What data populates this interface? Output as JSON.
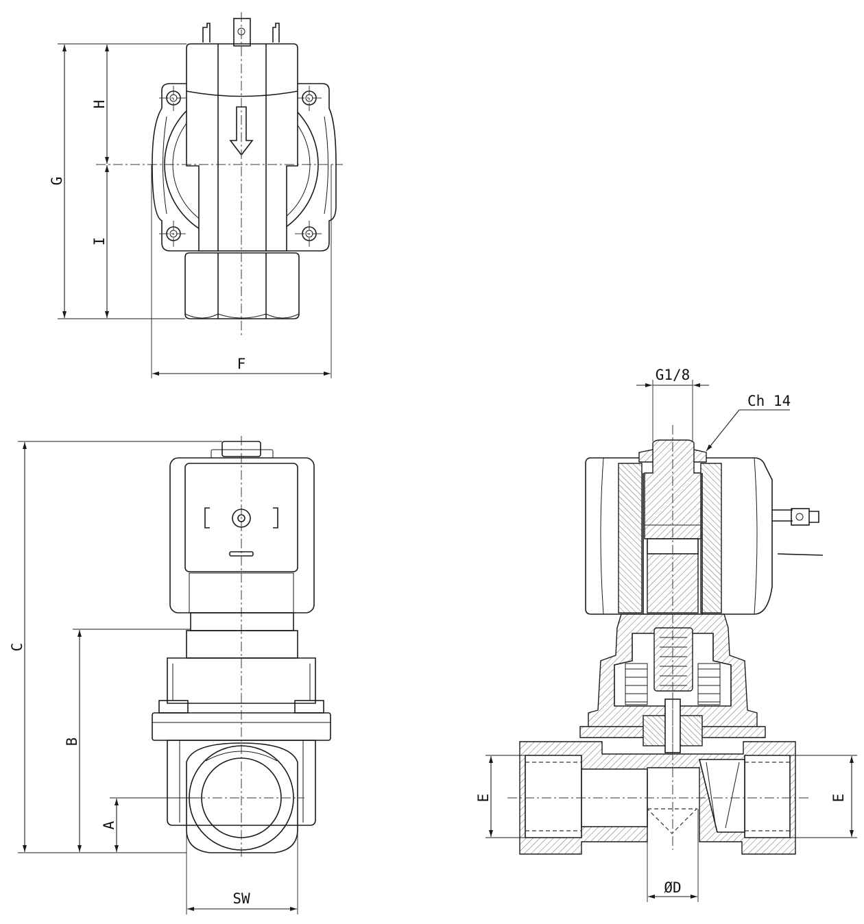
{
  "dimensions": {
    "G": "G",
    "H": "H",
    "I": "I",
    "F": "F",
    "C": "C",
    "B": "B",
    "A": "A",
    "SW": "SW",
    "E_left": "E",
    "E_right": "E",
    "port_thread": "G1/8",
    "wrench": "Ch 14",
    "orifice": "ØD"
  },
  "icons": {
    "flow_arrow": "flow-direction-arrow-icon",
    "terminal": "spade-terminal-icon"
  }
}
